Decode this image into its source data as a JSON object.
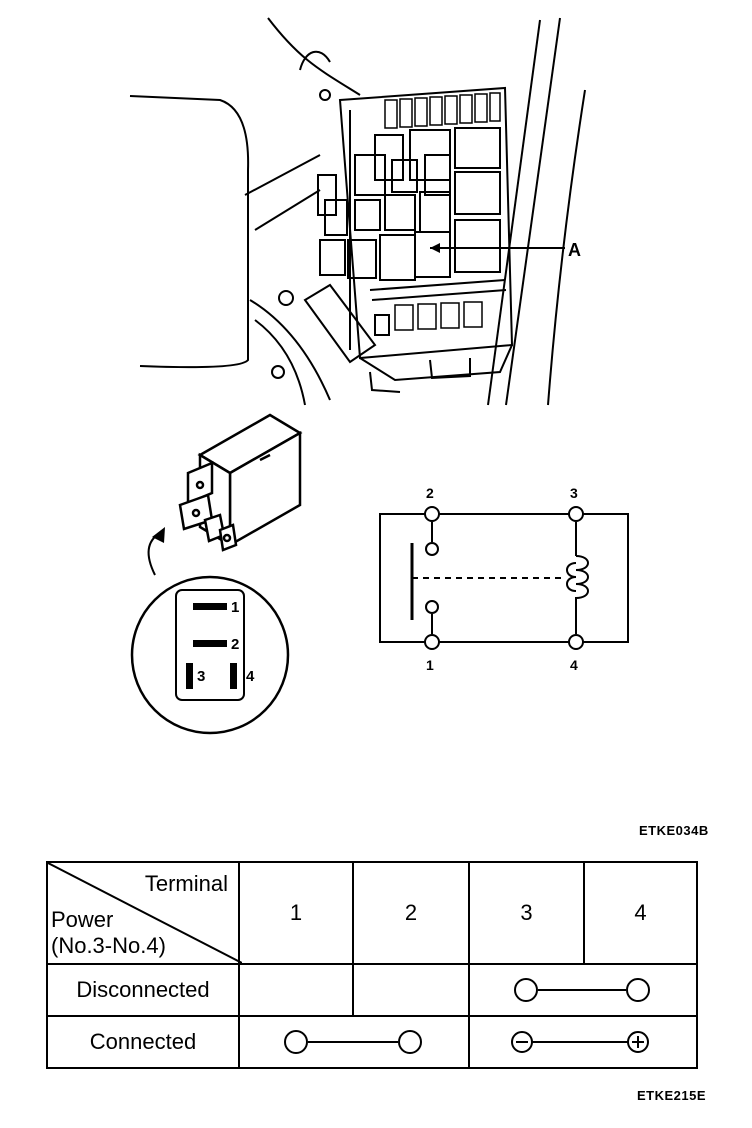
{
  "illustration": {
    "callout_label": "A",
    "figure_code_top": "ETKE034B"
  },
  "relay": {
    "pin_labels": [
      "1",
      "2",
      "3",
      "4"
    ],
    "schematic_terminals": {
      "top_left": "2",
      "top_right": "3",
      "bottom_left": "1",
      "bottom_right": "4"
    }
  },
  "table": {
    "header": {
      "terminal": "Terminal",
      "power_line1": "Power",
      "power_line2": "(No.3-No.4)"
    },
    "columns": [
      "1",
      "2",
      "3",
      "4"
    ],
    "rows": [
      {
        "label": "Disconnected"
      },
      {
        "label": "Connected"
      }
    ],
    "polarity": {
      "minus": "−",
      "plus": "+"
    }
  },
  "figure_code_bottom": "ETKE215E"
}
